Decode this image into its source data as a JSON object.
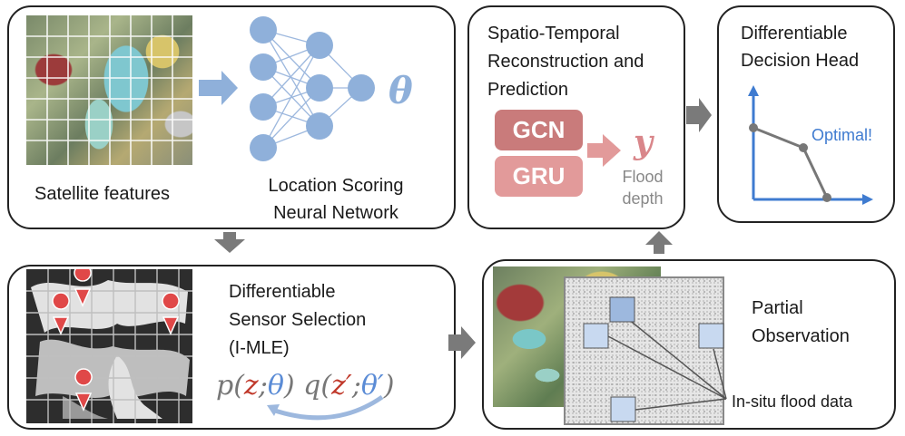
{
  "panels": {
    "top_left": {
      "satellite_label": "Satellite features",
      "network_label_line1": "Location Scoring",
      "network_label_line2": "Neural Network",
      "theta": "θ"
    },
    "reconstruction": {
      "title_line1": "Spatio-Temporal",
      "title_line2": "Reconstruction and",
      "title_line3": "Prediction",
      "gcn": "GCN",
      "gru": "GRU",
      "y": "y",
      "flood_line1": "Flood",
      "flood_line2": "depth"
    },
    "decision": {
      "title_line1": "Differentiable",
      "title_line2": "Decision Head",
      "optimal": "Optimal!"
    },
    "sensor_selection": {
      "title_line1": "Differentiable",
      "title_line2": "Sensor Selection",
      "title_line3": "(I-MLE)",
      "p_open": "p(",
      "z": "z",
      "semi1": ";",
      "theta": "θ",
      "p_close": ")",
      "q_open": "q(",
      "z_prime": "z′",
      "semi2": ";",
      "theta_prime": "θ′",
      "q_close": ")"
    },
    "observation": {
      "title_line1": "Partial",
      "title_line2": "Observation",
      "insitu": "In-situ flood data"
    }
  },
  "colors": {
    "node_blue": "#8fb0da",
    "arrow_blue": "#8fb0da",
    "gray_arrow": "#7a7a7a",
    "gcn_red": "#c97b7b",
    "gru_red": "#e29a9a",
    "y_red": "#d9868a",
    "sensor_fill": "#c8d9f0",
    "sensor_fill_dark": "#9db8de",
    "axis_blue": "#3f7bd0",
    "text_gray": "#888888"
  }
}
